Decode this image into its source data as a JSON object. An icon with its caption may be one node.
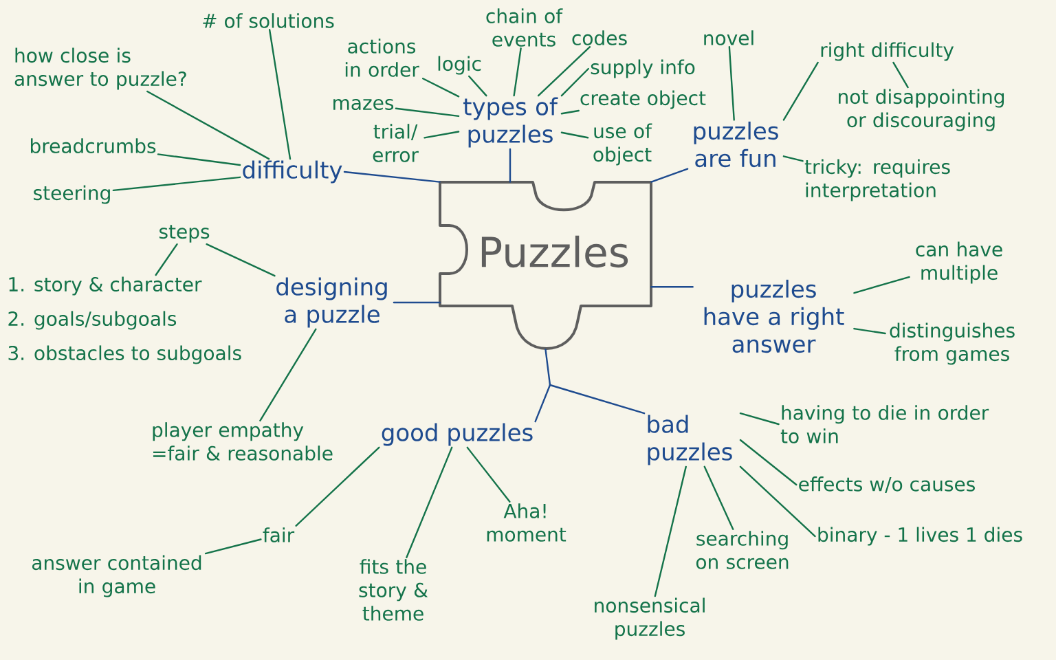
{
  "diagram": {
    "nodes": [
      {
        "text": [
          "Puzzles"
        ]
      },
      {
        "text": [
          "difficulty"
        ]
      },
      {
        "text": [
          "how close is answer to puzzle?"
        ]
      },
      {
        "text": [
          "# of solutions"
        ]
      },
      {
        "text": [
          "breadcrumbs"
        ]
      },
      {
        "text": [
          "steering"
        ]
      },
      {
        "text": [
          "types of puzzles"
        ]
      },
      {
        "text": [
          "actions in order"
        ]
      },
      {
        "text": [
          "mazes"
        ]
      },
      {
        "text": [
          "trial/ error"
        ]
      },
      {
        "text": [
          "logic"
        ]
      },
      {
        "text": [
          "chain of events"
        ]
      },
      {
        "text": [
          "codes"
        ]
      },
      {
        "text": [
          "supply info"
        ]
      },
      {
        "text": [
          "create object"
        ]
      },
      {
        "text": [
          "use of object"
        ]
      },
      {
        "text": [
          "puzzles are fun"
        ]
      },
      {
        "text": [
          "novel"
        ]
      },
      {
        "text": [
          "right difficulty"
        ]
      },
      {
        "text": [
          "not disappointing or discouraging"
        ]
      },
      {
        "text": [
          "tricky: requires interpretation"
        ]
      },
      {
        "text": [
          "designing a puzzle"
        ]
      },
      {
        "text": [
          "steps"
        ]
      },
      {
        "text": [
          "1. story & character",
          "2. goals/subgoals",
          "3. obstacles to subgoals"
        ]
      },
      {
        "text": [
          "player empathy =fair & reasonable"
        ]
      },
      {
        "text": [
          "puzzles have a right answer"
        ]
      },
      {
        "text": [
          "can have multiple"
        ]
      },
      {
        "text": [
          "distinguishes from games"
        ]
      },
      {
        "text": [
          "good puzzles"
        ]
      },
      {
        "text": [
          "fair"
        ]
      },
      {
        "text": [
          "answer contained in game"
        ]
      },
      {
        "text": [
          "fits the story & theme"
        ]
      },
      {
        "text": [
          "Aha! moment"
        ]
      },
      {
        "text": [
          "bad puzzles"
        ]
      },
      {
        "text": [
          "having to die in order to win"
        ]
      },
      {
        "text": [
          "effects w/o causes"
        ]
      },
      {
        "text": [
          "binary - 1 lives 1 dies"
        ]
      },
      {
        "text": [
          "searching on screen"
        ]
      },
      {
        "text": [
          "nonsensical puzzles"
        ]
      }
    ],
    "edges": [
      {
        "from": 0,
        "to": 1,
        "arrow": "none",
        "color": "#1e4b8f"
      },
      {
        "from": 0,
        "to": 6,
        "arrow": "none",
        "color": "#1e4b8f"
      },
      {
        "from": 0,
        "to": 16,
        "arrow": "none",
        "color": "#1e4b8f"
      },
      {
        "from": 0,
        "to": 21,
        "arrow": "none",
        "color": "#1e4b8f"
      },
      {
        "from": 0,
        "to": 25,
        "arrow": "none",
        "color": "#1e4b8f"
      },
      {
        "from": 0,
        "to": 28,
        "arrow": "none",
        "color": "#1e4b8f"
      },
      {
        "from": 0,
        "to": 33,
        "arrow": "none",
        "color": "#1e4b8f"
      },
      {
        "from": 1,
        "to": 2,
        "arrow": "none"
      },
      {
        "from": 1,
        "to": 3,
        "arrow": "none"
      },
      {
        "from": 1,
        "to": 4,
        "arrow": "none"
      },
      {
        "from": 1,
        "to": 5,
        "arrow": "none"
      },
      {
        "from": 6,
        "to": 7,
        "arrow": "none"
      },
      {
        "from": 6,
        "to": 8,
        "arrow": "none"
      },
      {
        "from": 6,
        "to": 9,
        "arrow": "none"
      },
      {
        "from": 6,
        "to": 10,
        "arrow": "none"
      },
      {
        "from": 6,
        "to": 11,
        "arrow": "none"
      },
      {
        "from": 6,
        "to": 12,
        "arrow": "none"
      },
      {
        "from": 6,
        "to": 13,
        "arrow": "none"
      },
      {
        "from": 6,
        "to": 14,
        "arrow": "none"
      },
      {
        "from": 6,
        "to": 15,
        "arrow": "none"
      },
      {
        "from": 16,
        "to": 17,
        "arrow": "none"
      },
      {
        "from": 16,
        "to": 18,
        "arrow": "none"
      },
      {
        "from": 18,
        "to": 19,
        "arrow": "none"
      },
      {
        "from": 16,
        "to": 20,
        "arrow": "none"
      },
      {
        "from": 21,
        "to": 22,
        "arrow": "none"
      },
      {
        "from": 22,
        "to": 23,
        "arrow": "none"
      },
      {
        "from": 21,
        "to": 24,
        "arrow": "none"
      },
      {
        "from": 25,
        "to": 26,
        "arrow": "none"
      },
      {
        "from": 25,
        "to": 27,
        "arrow": "none"
      },
      {
        "from": 28,
        "to": 29,
        "arrow": "none"
      },
      {
        "from": 29,
        "to": 30,
        "arrow": "none"
      },
      {
        "from": 28,
        "to": 31,
        "arrow": "none"
      },
      {
        "from": 28,
        "to": 32,
        "arrow": "none"
      },
      {
        "from": 33,
        "to": 34,
        "arrow": "none"
      },
      {
        "from": 33,
        "to": 35,
        "arrow": "none"
      },
      {
        "from": 33,
        "to": 36,
        "arrow": "none"
      },
      {
        "from": 33,
        "to": 37,
        "arrow": "none"
      },
      {
        "from": 33,
        "to": 38,
        "arrow": "none"
      }
    ]
  }
}
